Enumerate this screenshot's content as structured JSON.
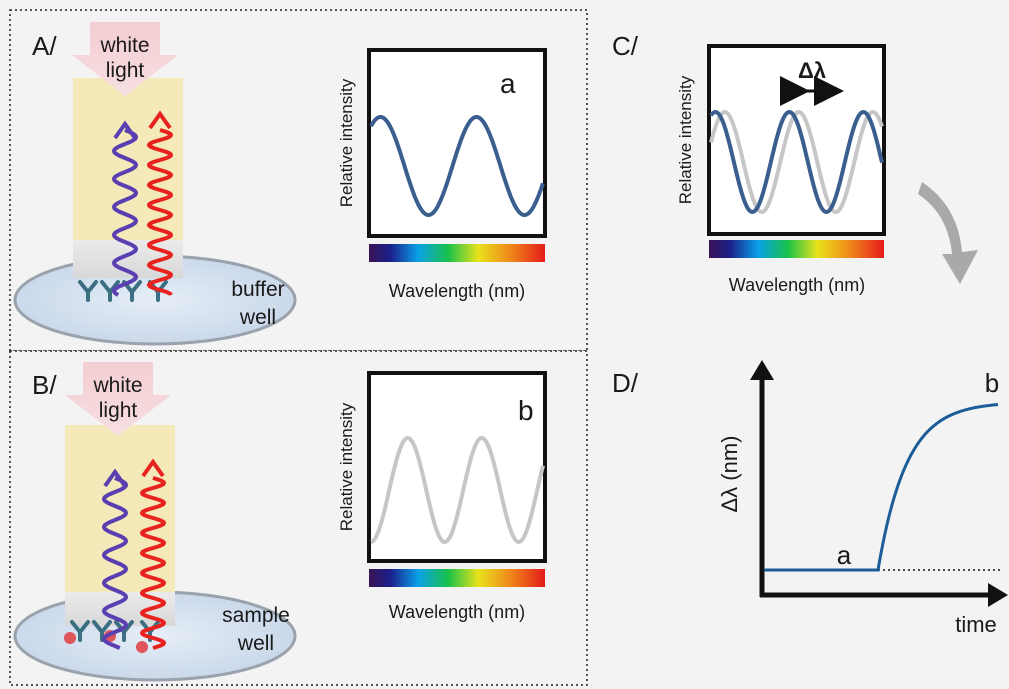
{
  "panels": {
    "A": {
      "label": "A/",
      "light": [
        "white",
        "light"
      ],
      "well": [
        "buffer",
        "well"
      ],
      "graph_letter": "a",
      "ylabel": "Relative intensity",
      "xlabel": "Wavelength (nm)"
    },
    "B": {
      "label": "B/",
      "light": [
        "white",
        "light"
      ],
      "well": [
        "sample",
        "well"
      ],
      "graph_letter": "b",
      "ylabel": "Relative intensity",
      "xlabel": "Wavelength (nm)"
    },
    "C": {
      "label": "C/",
      "delta": "Δλ",
      "ylabel": "Relative intensity",
      "xlabel": "Wavelength (nm)"
    },
    "D": {
      "label": "D/",
      "ylabel": "Δλ (nm)",
      "xlabel": "time",
      "point_a": "a",
      "point_b": "b"
    }
  },
  "colors": {
    "trace_a": "#3a5f8f",
    "trace_b": "#c6c6c6",
    "blue_wave": "#5a3fb0",
    "red_wave": "#e8231f",
    "probe": "#f4e9b8",
    "well": "#cfdcec",
    "sensorgram": "#1b5c99",
    "analyte": "#e0545c",
    "receptor": "#3d6f82"
  },
  "icons": [
    "white-light-arrow",
    "probe-tip",
    "well-dish",
    "spectrum-bar",
    "curved-arrow"
  ]
}
